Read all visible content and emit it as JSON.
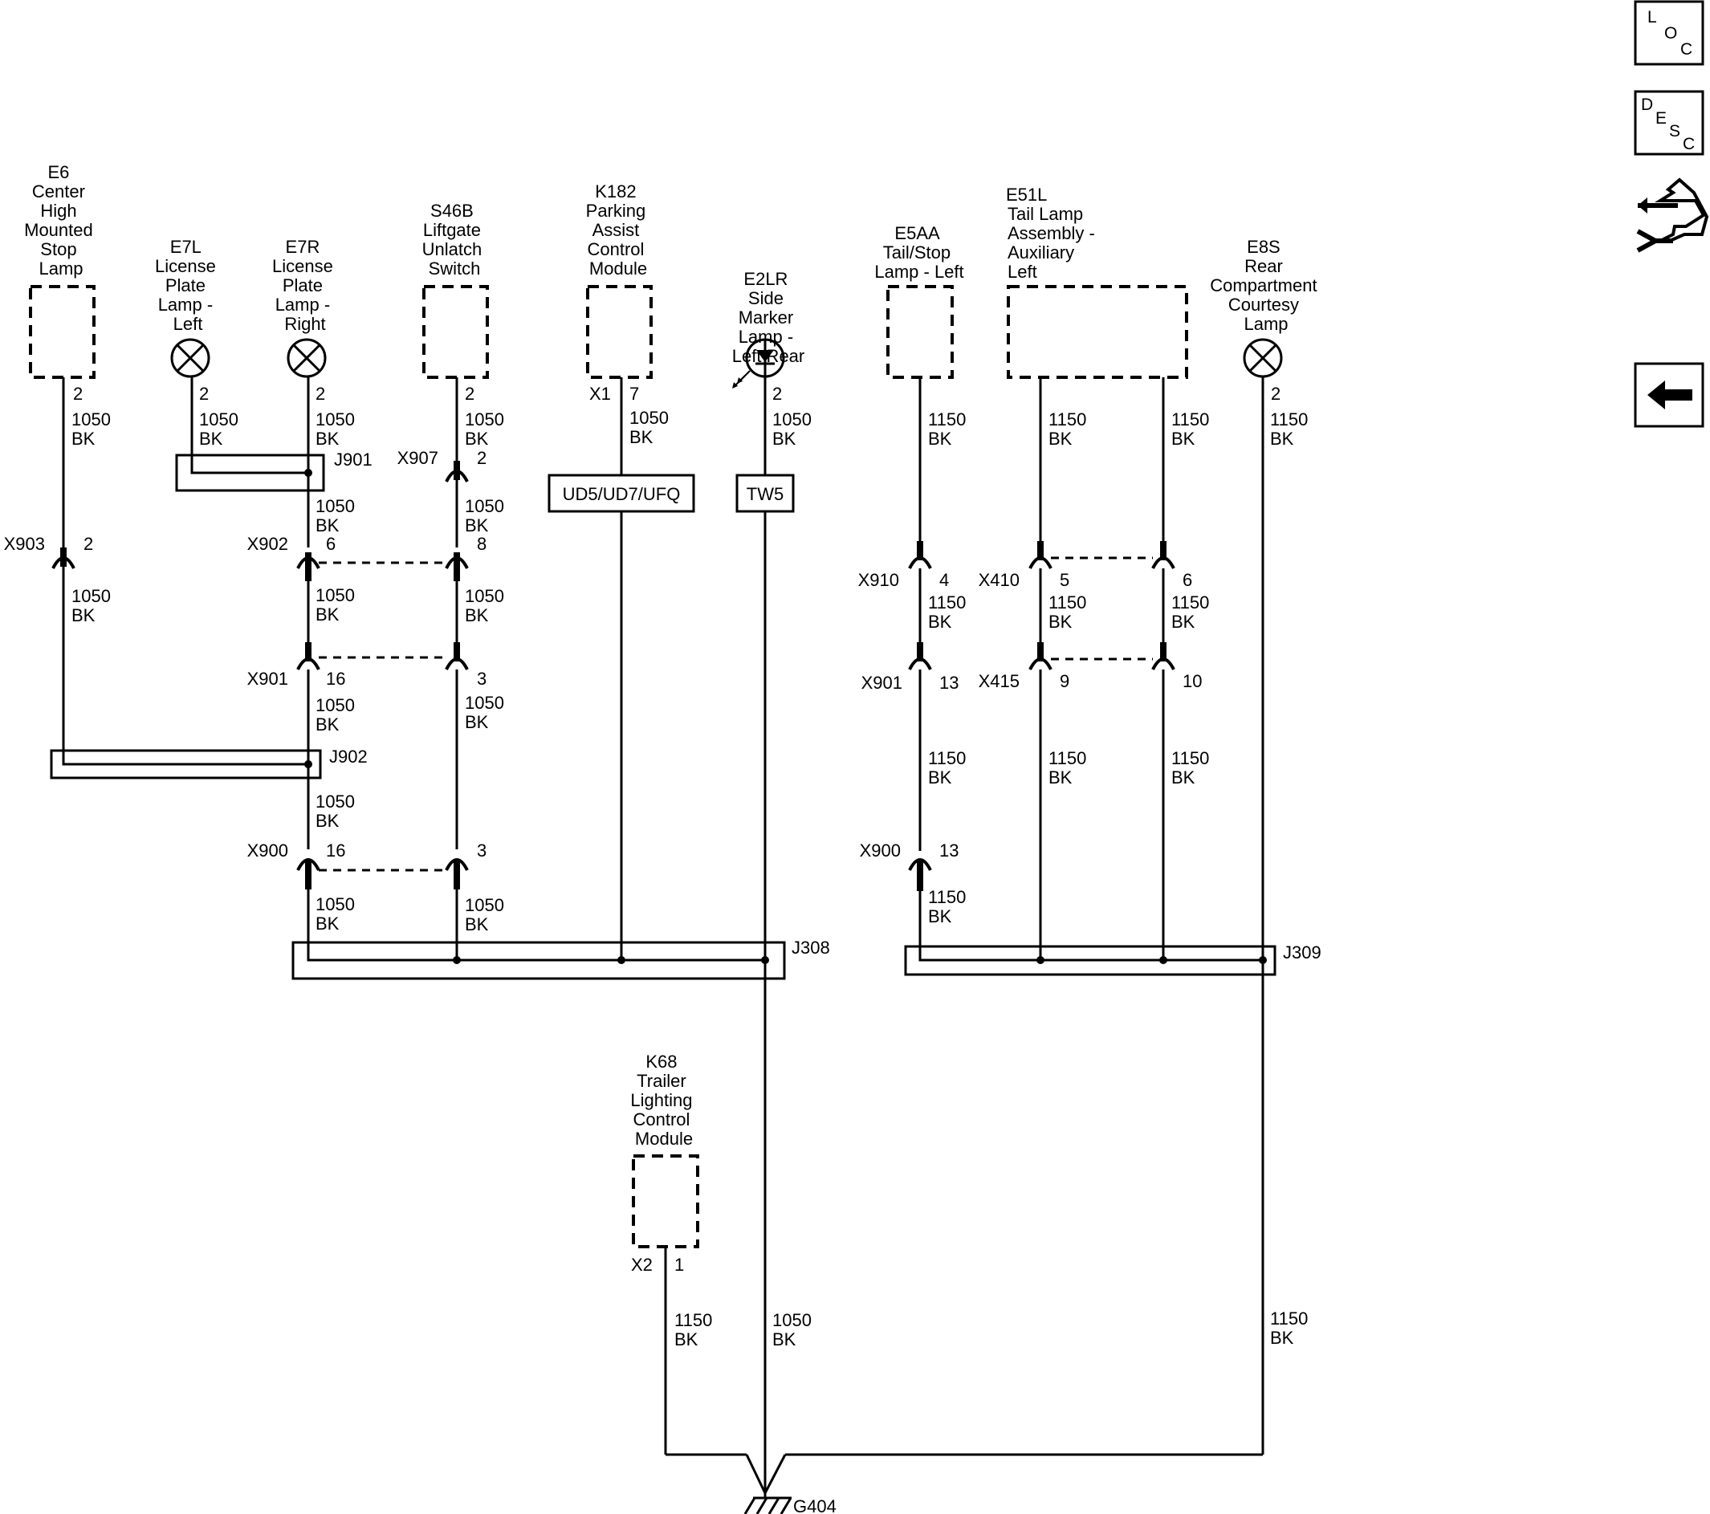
{
  "components": {
    "e6": [
      "E6",
      "Center",
      "High",
      "Mounted",
      "Stop",
      "Lamp"
    ],
    "e7l": [
      "E7L",
      "License",
      "Plate",
      "Lamp -",
      "Left"
    ],
    "e7r": [
      "E7R",
      "License",
      "Plate",
      "Lamp -",
      "Right"
    ],
    "s46b": [
      "S46B",
      "Liftgate",
      "Unlatch",
      "Switch"
    ],
    "k182": [
      "K182",
      "Parking",
      "Assist",
      "Control",
      "Module"
    ],
    "e2lr": [
      "E2LR",
      "Side",
      "Marker",
      "Lamp -",
      "Left Rear"
    ],
    "e5aa": [
      "E5AA",
      "Tail/Stop",
      "Lamp - Left"
    ],
    "e51l": [
      "E51L",
      "Tail Lamp",
      "Assembly -",
      "Auxiliary",
      "Left"
    ],
    "e8s": [
      "E8S",
      "Rear",
      "Compartment",
      "Courtesy",
      "Lamp"
    ],
    "k68": [
      "K68",
      "Trailer",
      "Lighting",
      "Control",
      "Module"
    ]
  },
  "option_boxes": {
    "k182": "UD5/UD7/UFQ",
    "e2lr": "TW5"
  },
  "wire": {
    "g1050": "1050",
    "g1150": "1150",
    "color": "BK"
  },
  "pins": {
    "e6": "2",
    "e7l": "2",
    "e7r": "2",
    "s46b": "2",
    "k182_conn": "X1",
    "k182": "7",
    "e2lr": "2",
    "e8s": "2",
    "k68_conn": "X2",
    "k68": "1"
  },
  "inline_connectors": {
    "x903": {
      "name": "X903",
      "pin": "2"
    },
    "x907": {
      "name": "X907",
      "pin": "2"
    },
    "x902": {
      "name": "X902",
      "pin_a": "6",
      "pin_b": "8"
    },
    "x901": {
      "name": "X901",
      "pin_a": "16",
      "pin_b": "3"
    },
    "x900": {
      "name": "X900",
      "pin_a": "16",
      "pin_b": "3"
    },
    "x910": {
      "name": "X910",
      "pin": "4"
    },
    "x410": {
      "name": "X410",
      "pin_a": "5",
      "pin_b": "6"
    },
    "x901r": {
      "name": "X901",
      "pin": "13"
    },
    "x415": {
      "name": "X415",
      "pin_a": "9",
      "pin_b": "10"
    },
    "x900r": {
      "name": "X900",
      "pin": "13"
    }
  },
  "splices": {
    "j901": "J901",
    "j902": "J902",
    "j308": "J308",
    "j309": "J309"
  },
  "ground": "G404",
  "nav": {
    "loc": [
      "L",
      "O",
      "C"
    ],
    "desc": [
      "D",
      "E",
      "S",
      "C"
    ],
    "connector_icon": "connector-end-view-icon",
    "back_icon": "back-arrow-icon"
  }
}
